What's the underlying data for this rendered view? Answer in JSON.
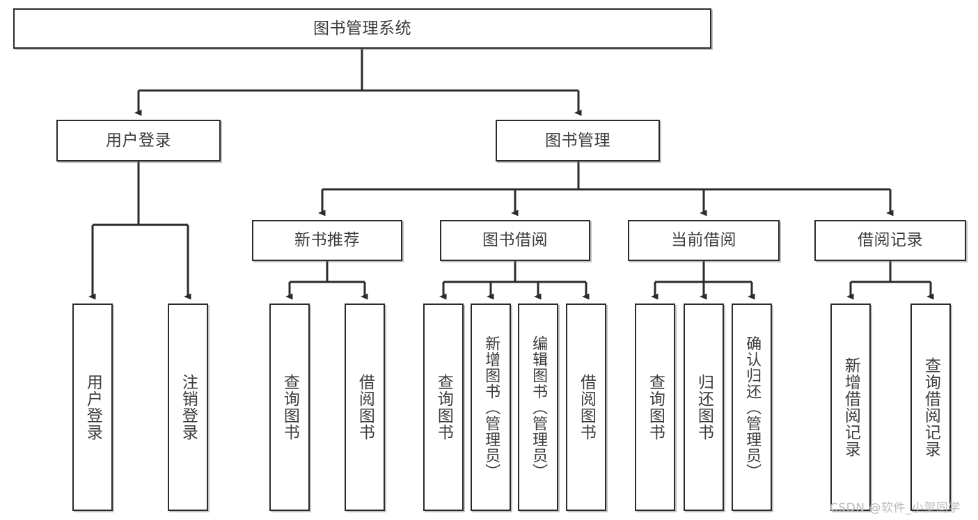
{
  "diagram": {
    "type": "tree-hierarchy-chart",
    "title": "图书管理系统",
    "watermark": "CSDN @软件_小贺同学",
    "colors": {
      "stroke": "#2b2b2b",
      "box_fill": "#ffffff",
      "text": "#3c3c3c",
      "watermark": "#b9b9b9",
      "background": "#ffffff"
    },
    "nodes": {
      "root": {
        "label": "图书管理系统"
      },
      "level2": [
        {
          "id": "user-login",
          "label": "用户登录"
        },
        {
          "id": "book-manage",
          "label": "图书管理"
        }
      ],
      "level3": [
        {
          "id": "new-book-recommend",
          "label": "新书推荐"
        },
        {
          "id": "book-borrow",
          "label": "图书借阅"
        },
        {
          "id": "current-borrow",
          "label": "当前借阅"
        },
        {
          "id": "borrow-record",
          "label": "借阅记录"
        }
      ],
      "leaves": {
        "user_login": [
          {
            "id": "leaf-user-login",
            "label": "用户登录"
          },
          {
            "id": "leaf-logout-login",
            "label": "注销登录"
          }
        ],
        "new_book_recommend": [
          {
            "id": "leaf-query-book-1",
            "label": "查询图书"
          },
          {
            "id": "leaf-borrow-book-1",
            "label": "借阅图书"
          }
        ],
        "book_borrow": [
          {
            "id": "leaf-query-book-2",
            "label": "查询图书"
          },
          {
            "id": "leaf-add-book",
            "label": "新增图书（管理员）"
          },
          {
            "id": "leaf-edit-book",
            "label": "编辑图书（管理员）"
          },
          {
            "id": "leaf-borrow-book-2",
            "label": "借阅图书"
          }
        ],
        "current_borrow": [
          {
            "id": "leaf-query-book-3",
            "label": "查询图书"
          },
          {
            "id": "leaf-return-book",
            "label": "归还图书"
          },
          {
            "id": "leaf-confirm-return",
            "label": "确认归还（管理员）"
          }
        ],
        "borrow_record": [
          {
            "id": "leaf-add-record",
            "label": "新增借阅记录"
          },
          {
            "id": "leaf-query-record",
            "label": "查询借阅记录"
          }
        ]
      }
    }
  }
}
